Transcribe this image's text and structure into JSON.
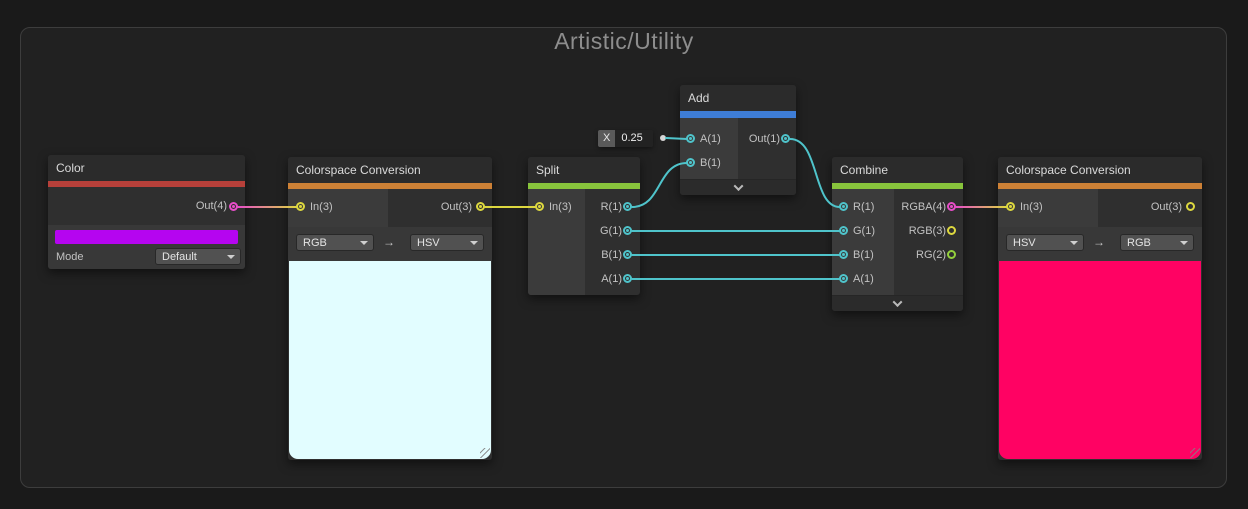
{
  "window": {
    "title": "Artistic/Utility"
  },
  "icons": {
    "arrow_right": "→"
  },
  "nodes": {
    "color": {
      "title": "Color",
      "output": "Out(4)",
      "mode_label": "Mode",
      "mode_value": "Default",
      "swatch_color": "#b505f0"
    },
    "colorspace_left": {
      "title": "Colorspace Conversion",
      "input": "In(3)",
      "output": "Out(3)",
      "from": "RGB",
      "to": "HSV",
      "preview_color": "#e2fdff"
    },
    "split": {
      "title": "Split",
      "input": "In(3)",
      "outputs": [
        "R(1)",
        "G(1)",
        "B(1)",
        "A(1)"
      ]
    },
    "add": {
      "title": "Add",
      "inputs": [
        "A(1)",
        "B(1)"
      ],
      "output": "Out(1)",
      "inline_port": {
        "label": "X",
        "value": "0.25"
      }
    },
    "combine": {
      "title": "Combine",
      "inputs": [
        "R(1)",
        "G(1)",
        "B(1)",
        "A(1)"
      ],
      "outputs": [
        "RGBA(4)",
        "RGB(3)",
        "RG(2)"
      ]
    },
    "colorspace_right": {
      "title": "Colorspace Conversion",
      "input": "In(3)",
      "output": "Out(3)",
      "from": "HSV",
      "to": "RGB",
      "preview_color": "#ff0263"
    }
  },
  "connections": [
    {
      "from": "Color.Out(4)",
      "to": "ColorspaceConversionLeft.In(3)"
    },
    {
      "from": "ColorspaceConversionLeft.Out(3)",
      "to": "Split.In(3)"
    },
    {
      "from": "Split.R(1)",
      "to": "Add.B(1)"
    },
    {
      "from": "InlineValue X 0.25",
      "to": "Add.A(1)"
    },
    {
      "from": "Add.Out(1)",
      "to": "Combine.R(1)"
    },
    {
      "from": "Split.G(1)",
      "to": "Combine.G(1)"
    },
    {
      "from": "Split.B(1)",
      "to": "Combine.B(1)"
    },
    {
      "from": "Split.A(1)",
      "to": "Combine.A(1)"
    },
    {
      "from": "Combine.RGBA(4)",
      "to": "ColorspaceConversionRight.In(3)"
    }
  ],
  "colors": {
    "vector1_port": "#4fc4cb",
    "vector2_port": "#94d13d",
    "vector3_port": "#ddd83f",
    "vector4_port": "#e84ec9",
    "accent_red": "#b7403a",
    "accent_orange": "#cd8136",
    "accent_green": "#88c43c",
    "accent_blue": "#3e7dd6"
  }
}
